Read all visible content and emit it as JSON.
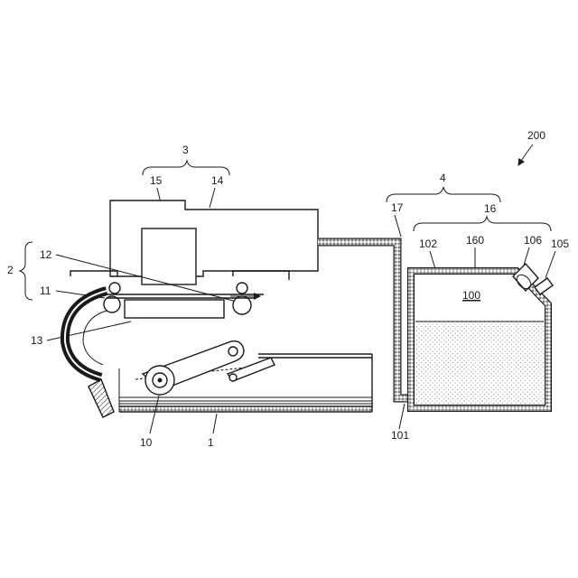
{
  "labels": {
    "l200": "200",
    "l3": "3",
    "l15": "15",
    "l14": "14",
    "l4": "4",
    "l17": "17",
    "l16": "16",
    "l102": "102",
    "l160": "160",
    "l106": "106",
    "l105": "105",
    "l100": "100",
    "l2": "2",
    "l12": "12",
    "l11": "11",
    "l13": "13",
    "l10": "10",
    "l1": "1",
    "l101": "101"
  },
  "colors": {
    "line": "#1a1a1a",
    "ink_dots": "#b8b8b8",
    "background": "#ffffff"
  }
}
